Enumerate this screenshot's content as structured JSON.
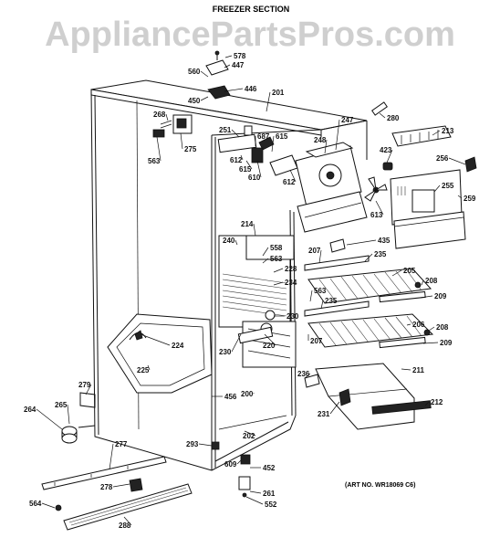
{
  "watermark": "AppliancePartsPros.com",
  "title": "FREEZER SECTION",
  "art_number": "(ART NO. WR18069 C6)",
  "callouts": [
    "578",
    "447",
    "560",
    "446",
    "450",
    "201",
    "268",
    "275",
    "563",
    "251",
    "687",
    "615",
    "612",
    "615",
    "610",
    "612",
    "247",
    "248",
    "280",
    "213",
    "423",
    "256",
    "255",
    "259",
    "613",
    "214",
    "240",
    "558",
    "563",
    "228",
    "234",
    "435",
    "235",
    "207",
    "205",
    "208",
    "209",
    "563",
    "235",
    "230",
    "230",
    "220",
    "206",
    "208",
    "209",
    "224",
    "225",
    "207",
    "279",
    "456",
    "200",
    "236",
    "211",
    "212",
    "231",
    "264",
    "265",
    "202",
    "293",
    "609",
    "452",
    "277",
    "278",
    "261",
    "552",
    "564",
    "288"
  ]
}
